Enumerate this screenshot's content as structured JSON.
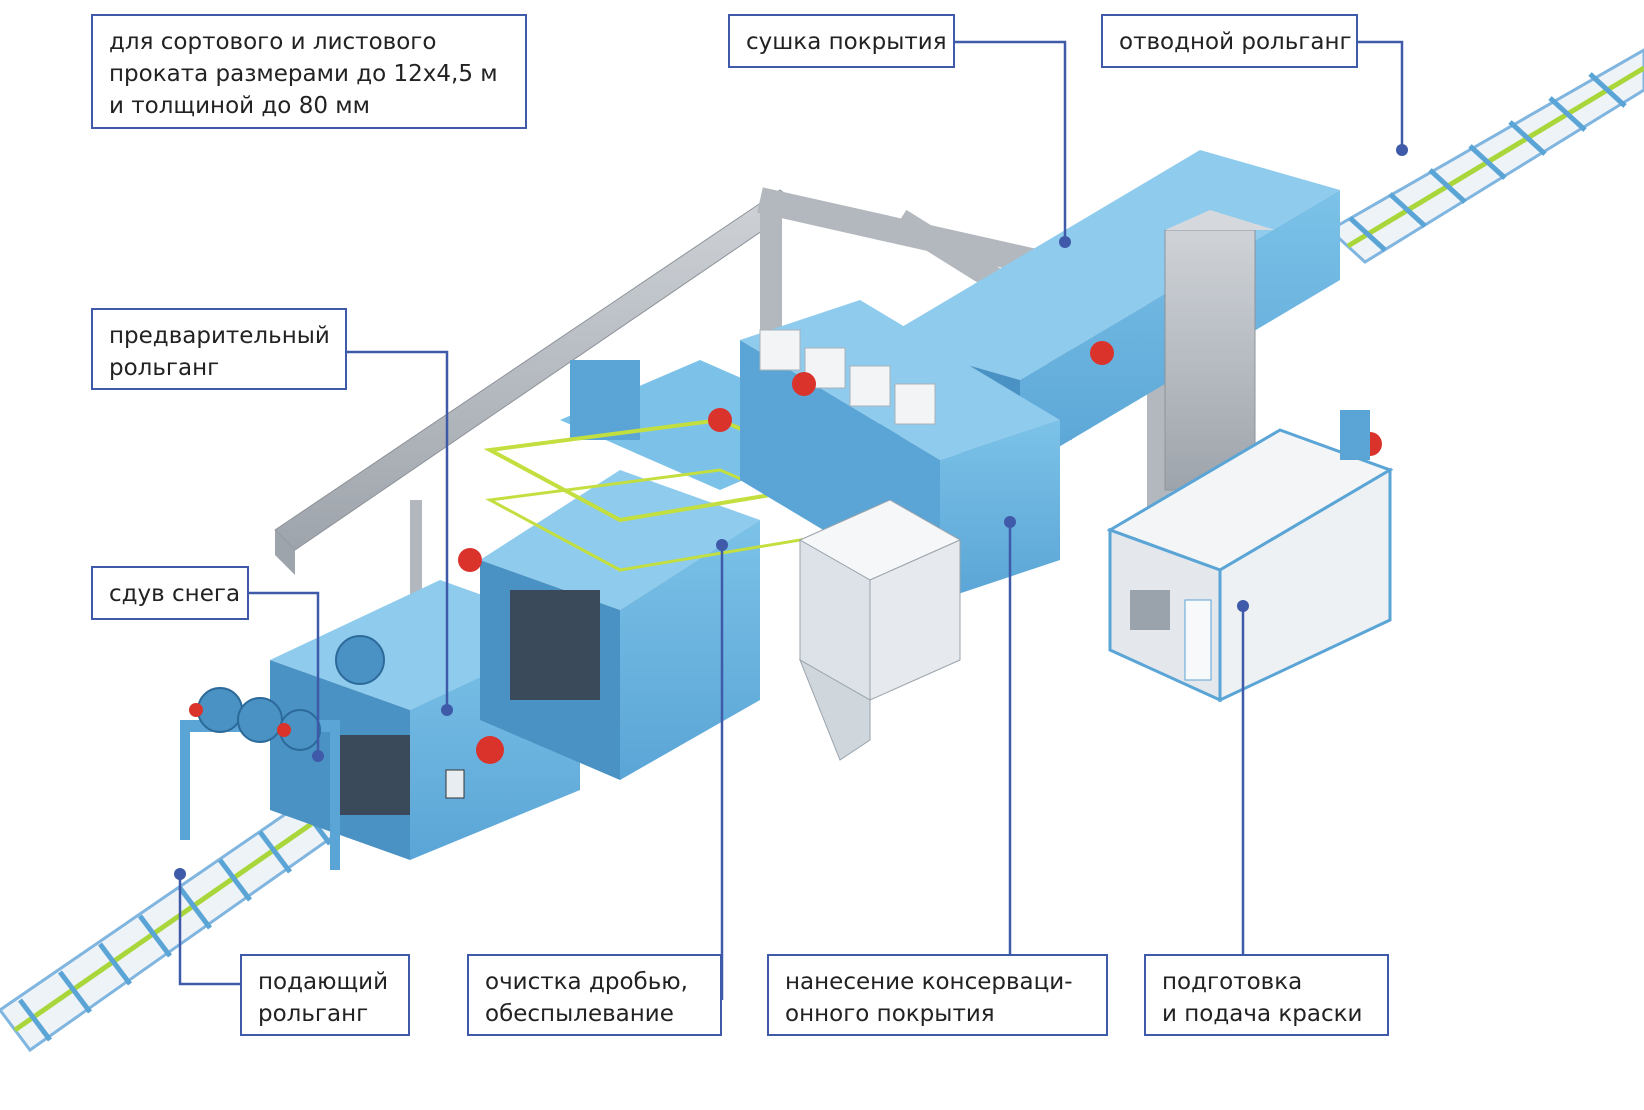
{
  "labels": {
    "spec": [
      "для сортового и листового",
      "проката размерами до 12х4,5 м",
      "и толщиной до 80 мм"
    ],
    "drying": [
      "сушка покрытия"
    ],
    "outfeed": [
      "отводной рольганг"
    ],
    "pre_roller": [
      "предварительный",
      "рольганг"
    ],
    "snow": [
      "сдув снега"
    ],
    "feed": [
      "подающий",
      "рольганг"
    ],
    "blasting": [
      "очистка дробью,",
      "обеспылевание"
    ],
    "coating": [
      "нанесение консерваци-",
      "онного покрытия"
    ],
    "paint": [
      "подготовка",
      "и подача краски"
    ]
  },
  "colors": {
    "frame": "#3f5aa8",
    "machine_blue": "#6bb3de",
    "machine_dark": "#4a92c4",
    "duct": "#b9bec4",
    "rail": "#a9d63a",
    "motor": "#d9332b"
  }
}
